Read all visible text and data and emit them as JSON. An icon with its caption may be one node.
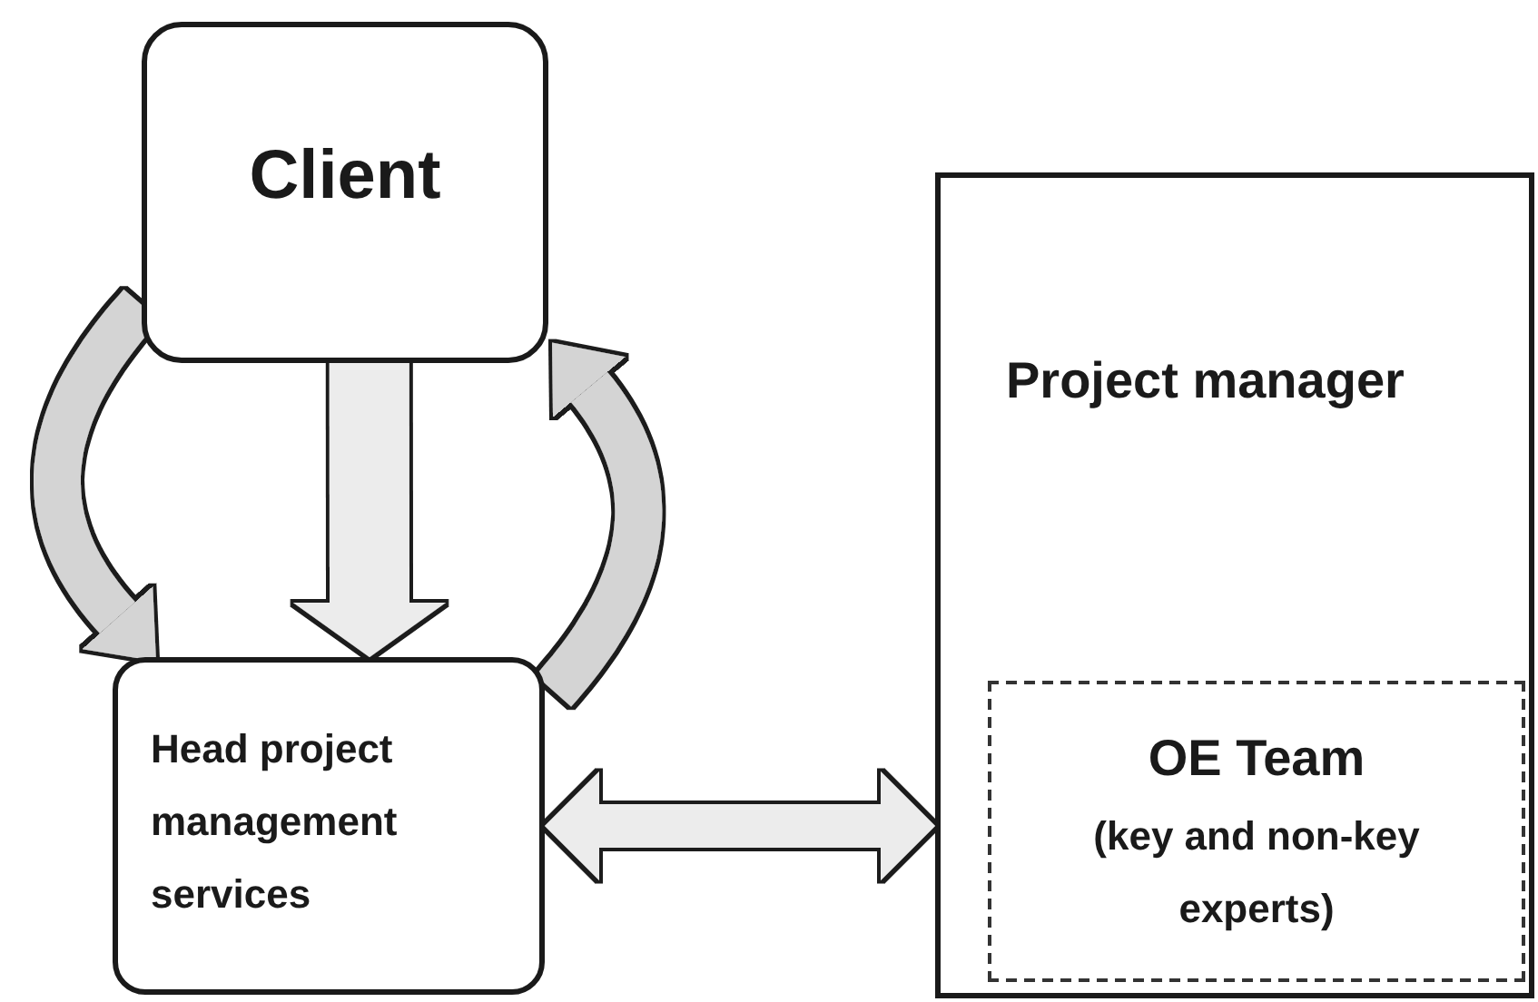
{
  "diagram": {
    "nodes": [
      {
        "text": [
          "Client"
        ]
      },
      {
        "text": [
          "Head project management services"
        ]
      },
      {
        "text": [
          "Project manager"
        ]
      },
      {
        "text": [
          "OE Team",
          "(key and non-key experts)"
        ],
        "in": 2
      }
    ],
    "edges": [
      {
        "from": 0,
        "to": 1,
        "arrow": "to"
      },
      {
        "from": 0,
        "to": 1,
        "arrow": "to"
      },
      {
        "from": 1,
        "to": 0,
        "arrow": "to"
      },
      {
        "from": 1,
        "to": 2,
        "arrow": "both"
      }
    ]
  }
}
